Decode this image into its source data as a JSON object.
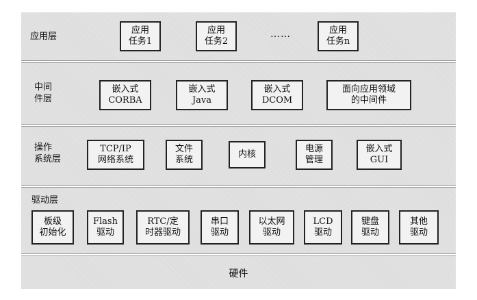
{
  "layers": {
    "application": {
      "label": "应用层",
      "tasks": [
        {
          "line1": "应用",
          "line2": "任务1"
        },
        {
          "line1": "应用",
          "line2": "任务2"
        },
        {
          "line1": "应用",
          "line2": "任务n"
        }
      ],
      "ellipsis": "……"
    },
    "middleware": {
      "label_line1": "中间",
      "label_line2": "件层",
      "boxes": [
        {
          "line1": "嵌入式",
          "line2": "CORBA"
        },
        {
          "line1": "嵌入式",
          "line2": "Java"
        },
        {
          "line1": "嵌入式",
          "line2": "DCOM"
        },
        {
          "line1": "面向应用领域",
          "line2": "的中间件"
        }
      ]
    },
    "os": {
      "label_line1": "操作",
      "label_line2": "系统层",
      "boxes": [
        {
          "line1": "TCP/IP",
          "line2": "网络系统"
        },
        {
          "line1": "文件",
          "line2": "系统"
        },
        {
          "line1": "内核",
          "line2": ""
        },
        {
          "line1": "电源",
          "line2": "管理"
        },
        {
          "line1": "嵌入式",
          "line2": "GUI"
        }
      ]
    },
    "driver": {
      "label": "驱动层",
      "boxes": [
        {
          "line1": "板级",
          "line2": "初始化"
        },
        {
          "line1": "Flash",
          "line2": "驱动"
        },
        {
          "line1": "RTC/定",
          "line2": "时器驱动"
        },
        {
          "line1": "串口",
          "line2": "驱动"
        },
        {
          "line1": "以太网",
          "line2": "驱动"
        },
        {
          "line1": "LCD",
          "line2": "驱动"
        },
        {
          "line1": "键盘",
          "line2": "驱动"
        },
        {
          "line1": "其他",
          "line2": "驱动"
        }
      ]
    },
    "hardware": {
      "label": "硬件"
    }
  }
}
